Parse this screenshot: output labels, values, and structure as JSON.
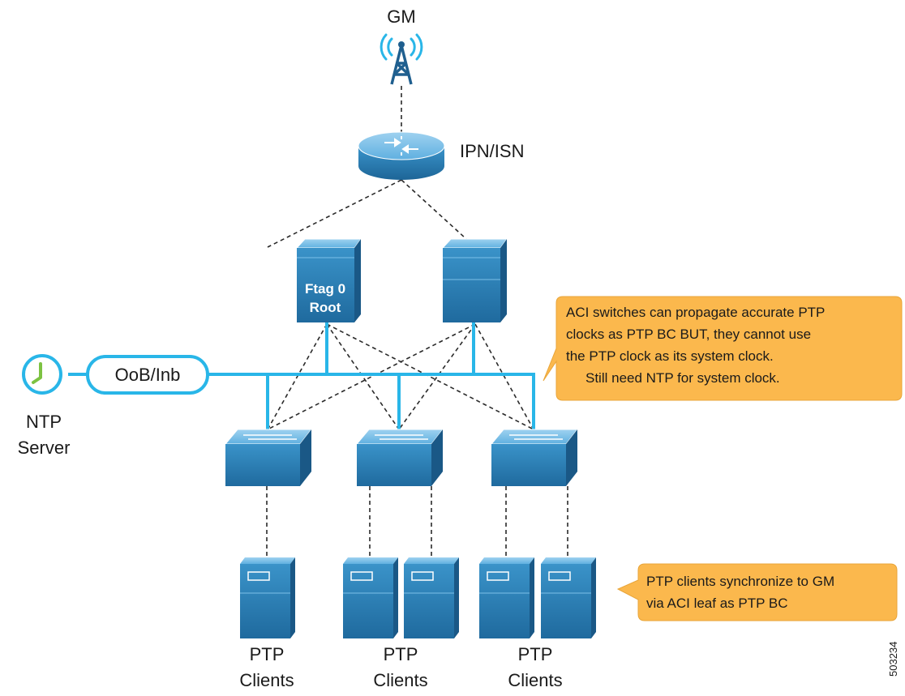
{
  "gm_label": "GM",
  "router_label": "IPN/ISN",
  "spine_label_line1": "Ftag 0",
  "spine_label_line2": "Root",
  "oob_label": "OoB/Inb",
  "ntp_label_line1": "NTP",
  "ntp_label_line2": "Server",
  "client_groups": [
    {
      "line1": "PTP",
      "line2": "Clients"
    },
    {
      "line1": "PTP",
      "line2": "Clients"
    },
    {
      "line1": "PTP",
      "line2": "Clients"
    }
  ],
  "callout_aci": {
    "lines": [
      "ACI switches can propagate accurate PTP",
      "clocks as PTP BC BUT, they cannot use",
      "the PTP clock as its system clock.",
      "Still need NTP for system clock."
    ]
  },
  "callout_ptp": {
    "lines": [
      "PTP clients synchronize to GM",
      "via ACI leaf as PTP BC"
    ]
  },
  "figure_id": "503234",
  "colors": {
    "accent_blue": "#29b6e8",
    "device_blue": "#2f83b8",
    "callout_orange": "#fbb84d"
  }
}
